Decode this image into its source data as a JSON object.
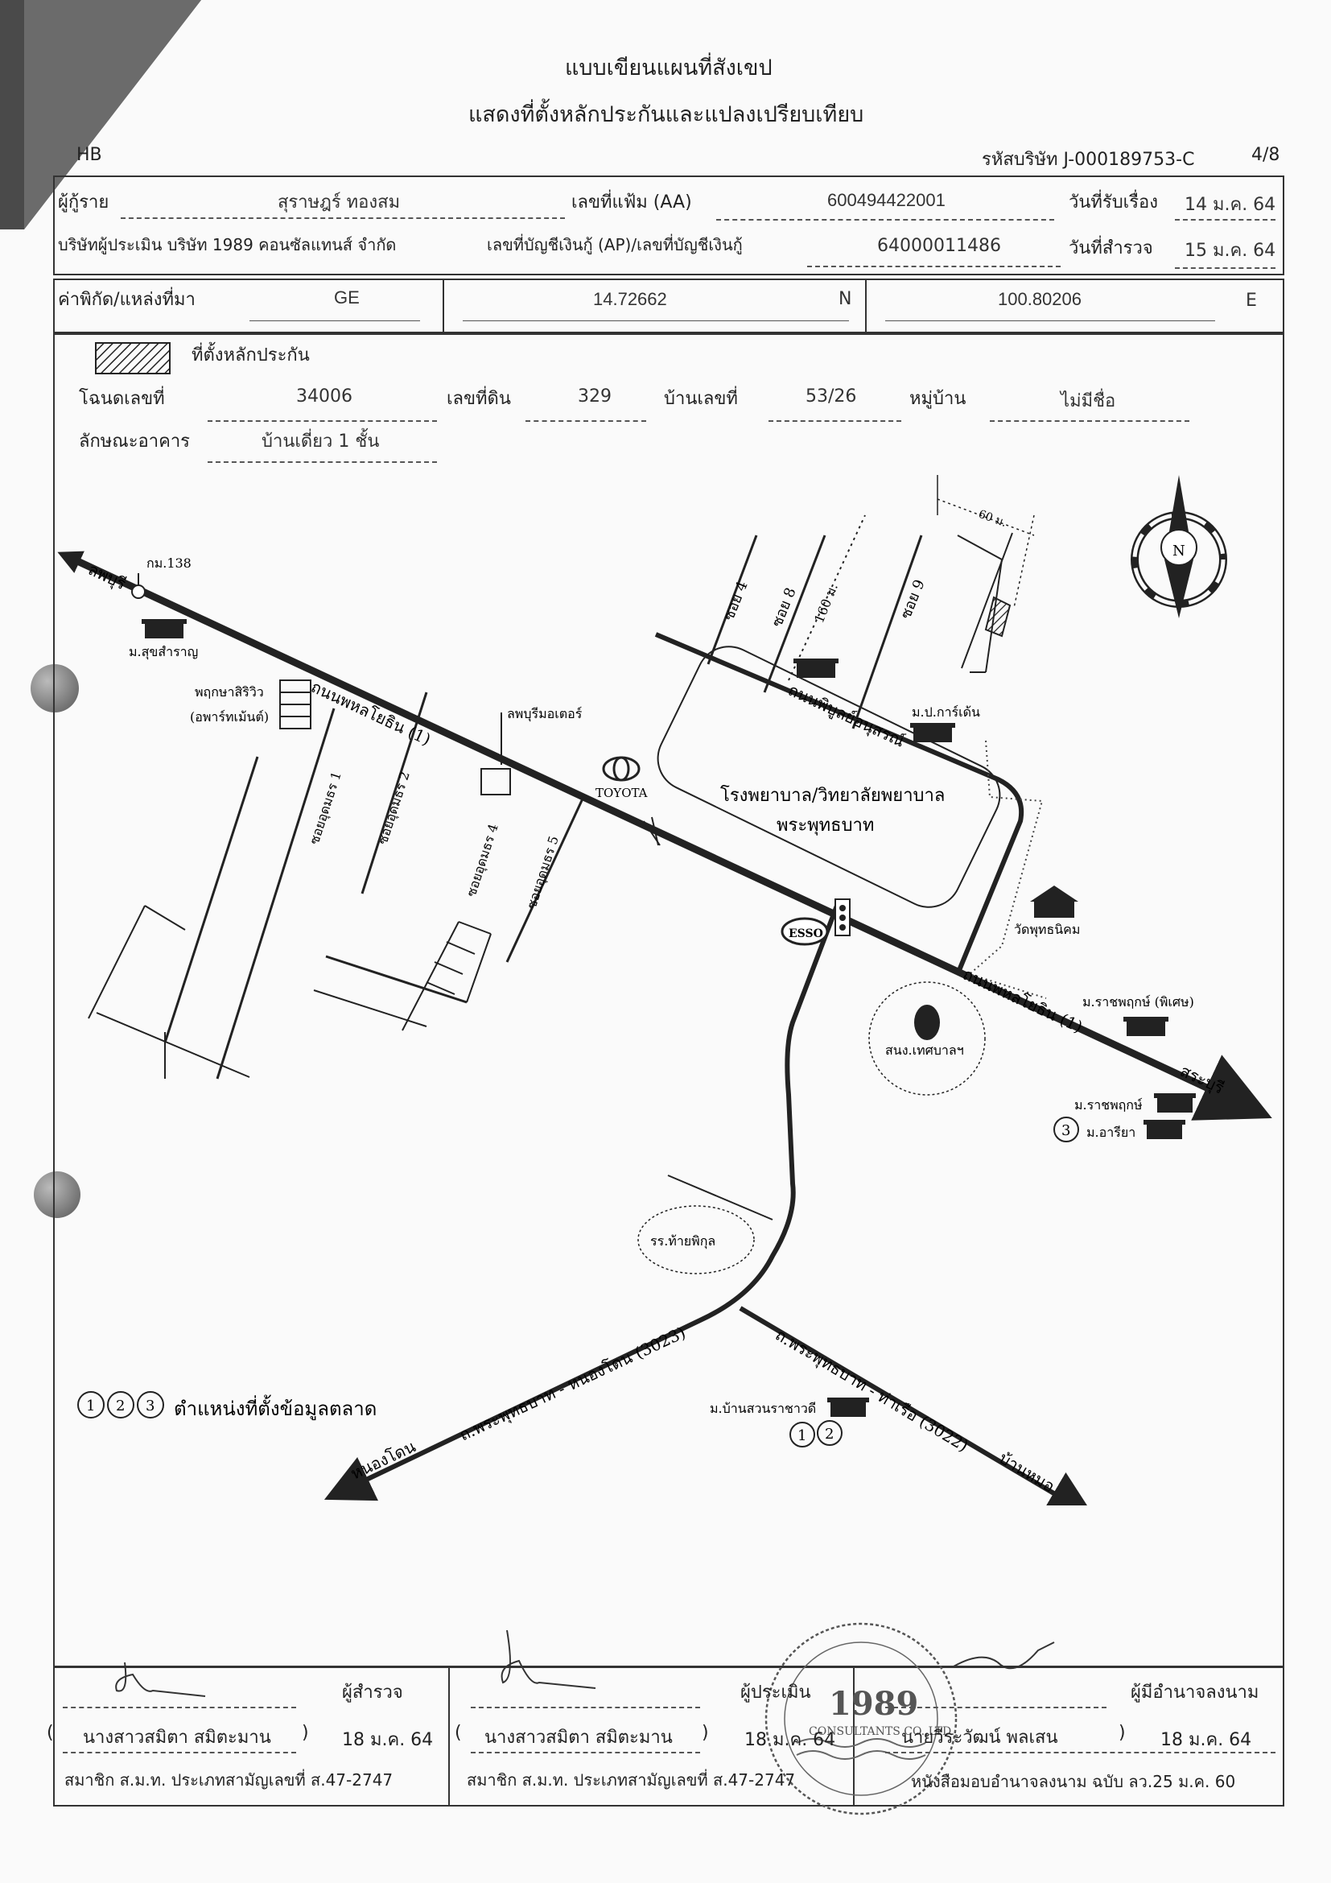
{
  "header": {
    "title1": "แบบเขียนแผนที่สังเขป",
    "title2": "แสดงที่ตั้งหลักประกันและแปลงเปรียบเทียบ",
    "prefix": "HB",
    "company_code": "รหัสบริษัท J-000189753-C",
    "page": "4/8"
  },
  "info": {
    "borrower_label": "ผู้กู้ราย",
    "borrower": "สุราษฎร์  ทองสม",
    "file_no_label": "เลขที่แฟ้ม (AA)",
    "file_no": "600494422001",
    "received_label": "วันที่รับเรื่อง",
    "received": "14 ม.ค. 64",
    "appraiser_label": "บริษัทผู้ประเมิน บริษัท 1989 คอนซัลแทนส์ จำกัด",
    "account_label": "เลขที่บัญชีเงินกู้ (AP)/เลขที่บัญชีเงินกู้",
    "account": "64000011486",
    "survey_label": "วันที่สำรวจ",
    "survey": "15 ม.ค. 64",
    "coord_label": "ค่าพิกัด/แหล่งที่มา",
    "coord_source": "GE",
    "lat": "14.72662",
    "lat_dir": "N",
    "lon": "100.80206",
    "lon_dir": "E"
  },
  "property": {
    "legend_label": "ที่ตั้งหลักประกัน",
    "deed_label": "โฉนดเลขที่",
    "deed": "34006",
    "land_no_label": "เลขที่ดิน",
    "land_no": "329",
    "house_no_label": "บ้านเลขที่",
    "house_no": "53/26",
    "village_label": "หมู่บ้าน",
    "village": "ไม่มีชื่อ",
    "building_label": "ลักษณะอาคาร",
    "building": "บ้านเดี่ยว 1 ชั้น"
  },
  "map": {
    "km": "กม.138",
    "lopburi": "ลพบุรี",
    "saraburi": "สระบุรี",
    "nongdon": "หนองโดน",
    "banmor": "บ้านหมอ",
    "road_phahon": "ถนนพหลโยธิน (1)",
    "road_phahon2": "ถนนพหลโยธิน (1)",
    "road_phibun": "ถนนพิบูลย์อนุสรณ์",
    "road_3023": "ถ.พระพุทธบาท - หนองโดน (3023)",
    "road_3022": "ถ.พระพุทธบาท - ท่าเรือ (3022)",
    "soi4": "ซอย 4",
    "soi8": "ซอย 8",
    "soi9": "ซอย 9",
    "dist160": "160 ม.",
    "dist60": "60 ม.",
    "m_suksamran": "ม.สุขสำราญ",
    "pruksa1": "พฤกษาสิริวิว",
    "pruksa2": "(อพาร์ทเม้นต์)",
    "lopburi_motor": "ลพบุรีมอเตอร์",
    "toyota": "TOYOTA",
    "hospital1": "โรงพยาบาล/วิทยาลัยพยาบาล",
    "hospital2": "พระพุทธบาท",
    "m_pgarden": "ม.ป.การ์เด้น",
    "wat": "วัดพุทธนิคม",
    "municipal": "สนง.เทศบาลฯ",
    "m_ratchapruk_special": "ม.ราชพฤกษ์ (พิเศษ)",
    "m_ratchapruk": "ม.ราชพฤกษ์",
    "m_areeya": "ม.อารียา",
    "school": "รร.ท้ายพิกุล",
    "m_bansuan": "ม.บ้านสวนราชาวดี",
    "esso": "ESSO",
    "compass_n": "N",
    "soi_u1": "ซอยอุดมธร 1",
    "soi_u2": "ซอยอุดมธร 2",
    "soi_u4": "ซอยอุดมธร 4",
    "soi_u5": "ซอยอุดมธร 5",
    "market_label": "ตำแหน่งที่ตั้งข้อมูลตลาด",
    "n1": "1",
    "n2": "2",
    "n3": "3"
  },
  "footer": {
    "surveyor_title": "ผู้สำรวจ",
    "surveyor_name": "นางสาวสมิตา  สมิตะมาน",
    "surveyor_date": "18 ม.ค. 64",
    "surveyor_member": "สมาชิก ส.ม.ท. ประเภทสามัญเลขที่  ส.47-2747",
    "appraiser_title": "ผู้ประเมิน",
    "appraiser_name": "นางสาวสมิตา  สมิตะมาน",
    "appraiser_date": "18 ม.ค. 64",
    "appraiser_member": "สมาชิก ส.ม.ท. ประเภทสามัญเลขที่  ส.47-2747",
    "signer_title": "ผู้มีอำนาจลงนาม",
    "signer_name": "นายวีระวัฒน์  พลเสน",
    "signer_date": "18 ม.ค. 64",
    "signer_note": "หนังสือมอบอำนาจลงนาม ฉบับ ลว.25 ม.ค. 60",
    "stamp_text": "1989",
    "stamp_sub": "CONSULTANTS CO.,LTD."
  }
}
